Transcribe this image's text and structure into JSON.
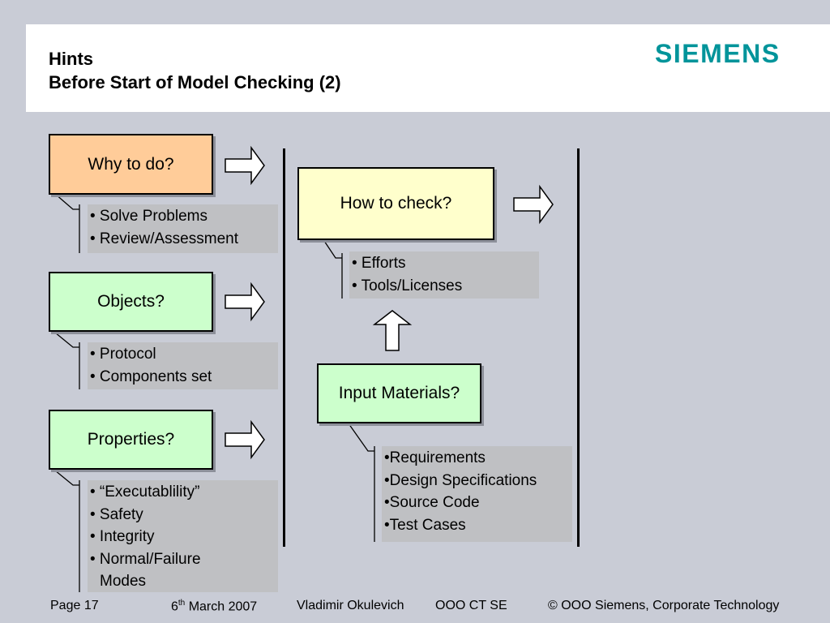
{
  "header": {
    "title_line1": "Hints",
    "title_line2": "Before Start of Model Checking (2)",
    "logo_text": "SIEMENS",
    "logo_color": "#00949a"
  },
  "colors": {
    "orange_box": "#ffcc99",
    "green_box": "#ccffcc",
    "yellow_box": "#ffffcc",
    "bullet_bg": "#bfc0c3",
    "background": "#c9ccd6"
  },
  "left_column": {
    "why": {
      "label": "Why to do?",
      "bullets": [
        "• Solve Problems",
        "• Review/Assessment"
      ]
    },
    "objects": {
      "label": "Objects?",
      "bullets": [
        "• Protocol",
        "• Components set"
      ]
    },
    "properties": {
      "label": "Properties?",
      "bullets": [
        "• “Executablility”",
        "• Safety",
        "• Integrity",
        "• Normal/Failure",
        "Modes"
      ]
    }
  },
  "middle_column": {
    "how": {
      "label": "How to check?",
      "bullets": [
        "• Efforts",
        "• Tools/Licenses"
      ]
    },
    "inputs": {
      "label": "Input Materials?",
      "bullets": [
        "•Requirements",
        "•Design Specifications",
        "•Source Code",
        "•Test Cases"
      ]
    }
  },
  "footer": {
    "page": "Page 17",
    "date_day": "6",
    "date_sup": "th",
    "date_rest": " March 2007",
    "author": "Vladimir Okulevich",
    "dept": "OOO CT SE",
    "copyright": "© OOO Siemens, Corporate Technology"
  }
}
